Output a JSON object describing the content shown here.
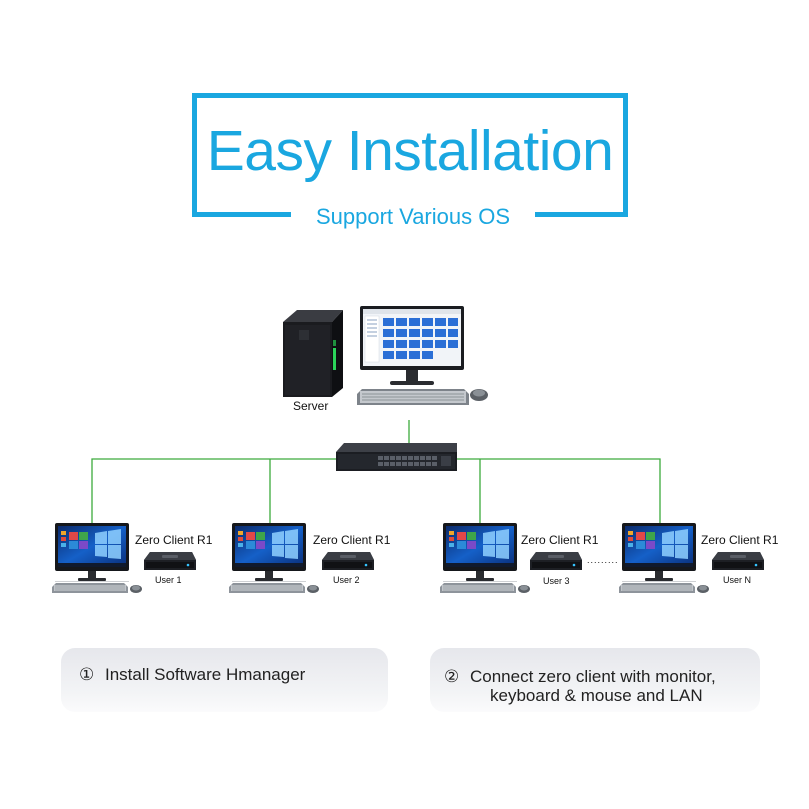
{
  "header": {
    "title": "Easy Installation",
    "subtitle": "Support Various OS"
  },
  "diagram": {
    "server_label": "Server",
    "dots": ".........",
    "clients": [
      {
        "device_label": "Zero Client R1",
        "user_label": "User 1"
      },
      {
        "device_label": "Zero Client R1",
        "user_label": "User 2"
      },
      {
        "device_label": "Zero Client R1",
        "user_label": "User 3"
      },
      {
        "device_label": "Zero Client R1",
        "user_label": "User N"
      }
    ]
  },
  "steps": [
    {
      "number": "①",
      "line1": "Install Software Hmanager",
      "line2": ""
    },
    {
      "number": "②",
      "line1": "Connect zero client with monitor,",
      "line2": "keyboard & mouse and LAN"
    }
  ],
  "colors": {
    "accent": "#1aa7e0",
    "link_line": "#3caa3c",
    "device_dark": "#1d1f24"
  }
}
